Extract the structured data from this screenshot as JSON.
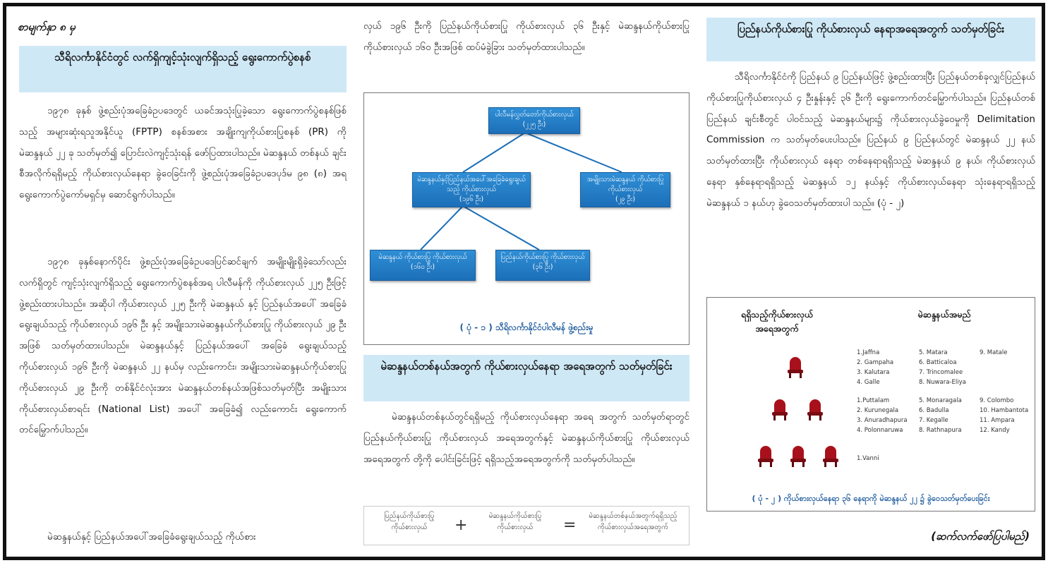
{
  "page_label": "စာမျက်နှာ ၈ မှ",
  "left": {
    "heading": "သီရိလင်္ကာနိုင်ငံတွင် လက်ရှိကျင့်သုံးလျက်ရှိသည့် ရွေးကောက်ပွဲစနစ်",
    "paragraphs": [
      "၁၉၇၈ ခုနှစ် ဖွဲ့စည်းပုံအခြေခံဥပဒေတွင် ယခင်အသုံးပြုခဲ့သော ရွေးကောက်ပွဲစနစ်ဖြစ်သည့် အများဆုံးရသူအနိုင်ယူ (FPTP) စနစ်အစား အချိုးကျကိုယ်စားပြုစနစ် (PR) ကို မဲဆန္ဒနယ် ၂၂ ခု သတ်မှတ်၍ ပြောင်းလဲကျင့်သုံးရန် ဖော်ပြထားပါသည်။ မဲဆန္ဒနယ် တစ်နယ် ချင်းစီအလိုက်ရရှိမည့် ကိုယ်စားလှယ်နေရာ ခွဲဝေခြင်းကို ဖွဲ့စည်းပုံအခြေခံဥပဒေပုဒ်မ ၉၈ (၈) အရ ရွေးကောက်ပွဲကော်မရှင်မှ ဆောင်ရွက်ပါသည်။",
      "၁၉၇၈ ခုနှစ်နောက်ပိုင်း ဖွဲ့စည်းပုံအခြေခံဥပဒေပြင်ဆင်ချက် အမျိုးမျိုးရှိခဲ့သော်လည်း လက်ရှိတွင် ကျင့်သုံးလျက်ရှိသည့် ရွေးကောက်ပွဲစနစ်အရ ပါလီမန်ကို ကိုယ်စားလှယ် ၂၂၅ ဦးဖြင့် ဖွဲ့စည်းထားပါသည်။ အဆိုပါ ကိုယ်စားလှယ် ၂၂၅ ဦးကို မဲဆန္ဒနယ် နှင့် ပြည်နယ်အပေါ် အခြေခံရွေးချယ်သည့် ကိုယ်စားလှယ် ၁၉၆ ဦး နှင့် အမျိုးသားမဲဆန္ဒနယ်ကိုယ်စားပြု ကိုယ်စားလှယ် ၂၉ ဦးအဖြစ် သတ်မှတ်ထားပါသည်။ မဲဆန္ဒနယ်နှင့် ပြည်နယ်အပေါ် အခြေခံ ရွေးချယ်သည့် ကိုယ်စားလှယ် ၁၉၆ ဦးကို မဲဆန္ဒနယ် ၂၂ နယ်မှ လည်းကောင်း၊ အမျိုးသားမဲဆန္ဒနယ်ကိုယ်စားပြု ကိုယ်စားလှယ် ၂၉ ဦးကို တစ်နိုင်ငံလုံးအား မဲဆန္ဒနယ်တစ်နယ်အဖြစ်သတ်မှတ်ပြီး အမျိုးသားကိုယ်စားလှယ်စာရင်း (National List) အပေါ် အခြေခံ၍ လည်းကောင်း ရွေးကောက်တင်မြှောက်ပါသည်။",
      "မဲဆန္ဒနယ်နှင့် ပြည်နယ်အပေါ်အခြေခံရွေးချယ်သည့် ကိုယ်စား"
    ]
  },
  "middle": {
    "top_paragraph": "လှယ် ၁၉၆ ဦးကို ပြည်နယ်ကိုယ်စားပြု ကိုယ်စားလှယ် ၃၆ ဦးနှင့် မဲဆန္ဒနယ်ကိုယ်စားပြု ကိုယ်စားလှယ် ၁၆၀ ဦးအဖြစ် ထပ်မံခွဲခြား သတ်မှတ်ထားပါသည်။",
    "org_chart": {
      "root": {
        "label": "ပါလီမန်လွှတ်တော်ကိုယ်စားလှယ်",
        "count": "(၂၂၅ ဦး)"
      },
      "mid_left": {
        "label": "မဲဆန္ဒနယ်နှင့်ပြည်နယ်အပေါ်အခြေခံရွေးချယ်သည့် ကိုယ်စားလှယ်",
        "count": "(၁၉၆ ဦး)"
      },
      "mid_right": {
        "label": "အမျိုးသားမဲဆန္ဒနယ် ကိုယ်စားပြု ကိုယ်စားလှယ်",
        "count": "(၂၉ ဦး)"
      },
      "leaf_left": {
        "label": "မဲဆန္ဒနယ် ကိုယ်စားပြု ကိုယ်စားလှယ်",
        "count": "(၁၆၀ ဦး)"
      },
      "leaf_right": {
        "label": "ပြည်နယ်ကိုယ်စားပြု ကိုယ်စားလှယ်",
        "count": "(၃၆ ဦး)"
      },
      "caption": "( ပုံ - ၁ ) သီရိလင်္ကာနိုင်ငံပါလီမန် ဖွဲ့စည်းမှု"
    },
    "heading": "မဲဆန္ဒနယ်တစ်နယ်အတွက် ကိုယ်စားလှယ်နေရာ အရေအတွက် သတ်မှတ်ခြင်း",
    "paragraph": "မဲဆန္ဒနယ်တစ်နယ်တွင်ရရှိမည့် ကိုယ်စားလှယ်နေရာ အရေ အတွက် သတ်မှတ်ရာတွင် ပြည်နယ်ကိုယ်စားပြု ကိုယ်စားလှယ် အရေအတွက်နှင့် မဲဆန္ဒနယ်ကိုယ်စားပြု ကိုယ်စားလှယ် အရေအတွက် တို့ကို ပေါင်းခြင်းဖြင့် ရရှိသည့်အရေအတွက်ကို သတ်မှတ်ပါသည်။",
    "formula": {
      "term1": "ပြည်နယ်ကိုယ်စားပြု ကိုယ်စားလှယ်",
      "plus": "+",
      "term2": "မဲဆန္ဒနယ်ကိုယ်စားပြု ကိုယ်စားလှယ်",
      "equals": "=",
      "result": "မဲဆန္ဒနယ်တစ်နယ်အတွက်ရရှိသည့် ကိုယ်စားလှယ်အရေအတွက်"
    }
  },
  "right": {
    "heading": "ပြည်နယ်ကိုယ်စားပြု ကိုယ်စားလှယ် နေရာအရေအတွက် သတ်မှတ်ခြင်း",
    "paragraph": "သီရိလင်္ကာနိုင်ငံကို ပြည်နယ် ၉ ပြည်နယ်ဖြင့် ဖွဲ့စည်းထားပြီး ပြည်နယ်တစ်ခုလျှင်ပြည်နယ်ကိုယ်စားပြုကိုယ်စားလှယ် ၄ ဦးနှုန်းနှင့် ၃၆ ဦးကို ရွေးကောက်တင်မြှောက်ပါသည်။ ပြည်နယ်တစ်ပြည်နယ် ချင်းစီတွင် ပါဝင်သည့် မဲဆန္ဒနယ်များ၌ ကိုယ်စားလှယ်ခွဲဝေမှုကို Delimitation Commission က သတ်မှတ်ပေးပါသည်။ ပြည်နယ် ၉ ပြည်နယ်တွင် မဲဆန္ဒနယ် ၂၂ နယ် သတ်မှတ်ထားပြီး ကိုယ်စားလှယ် နေရာ တစ်နေရာရရှိသည့် မဲဆန္ဒနယ် ၉ နယ်၊ ကိုယ်စားလှယ်နေရာ နှစ်နေရာရရှိသည့် မဲဆန္ဒနယ် ၁၂ နယ်နှင့် ကိုယ်စားလှယ်နေရာ သုံးနေရာရရှိသည့် မဲဆန္ဒနယ် ၁ နယ်ဟု ခွဲဝေသတ်မှတ်ထားပါ သည်။ (ပုံ - ၂)",
    "figure": {
      "col1_heading": "ရရှိသည့်ကိုယ်စားလှယ် အရေအတွက်",
      "col2_heading": "မဲဆန္ဒနယ်အမည်",
      "group1": [
        "1.Jaffna",
        "2. Gampaha",
        "3. Kalutara",
        "4. Galle",
        "5. Matara",
        "6. Batticaloa",
        "7. Trincomalee",
        "8. Nuwara-Eliya",
        "9. Matale"
      ],
      "group2": [
        "1.Puttalam",
        "2. Kurunegala",
        "3. Anuradhapura",
        "4. Polonnaruwa",
        "5. Monaragala",
        "6. Badulla",
        "7. Kegalle",
        "8. Rathnapura",
        "9. Colombo",
        "10. Hambantota",
        "11. Ampara",
        "12. Kandy"
      ],
      "group3": [
        "1.Vanni"
      ],
      "caption": "( ပုံ - ၂ ) ကိုယ်စားလှယ်နေရာ ၃၆ နေရာကို မဲဆန္ဒနယ် ၂၂ ၌ ခွဲဝေသတ်မှတ်ပေးခြင်း"
    },
    "continued": "(ဆက်လက်ဖော်ပြပါမည်)"
  }
}
